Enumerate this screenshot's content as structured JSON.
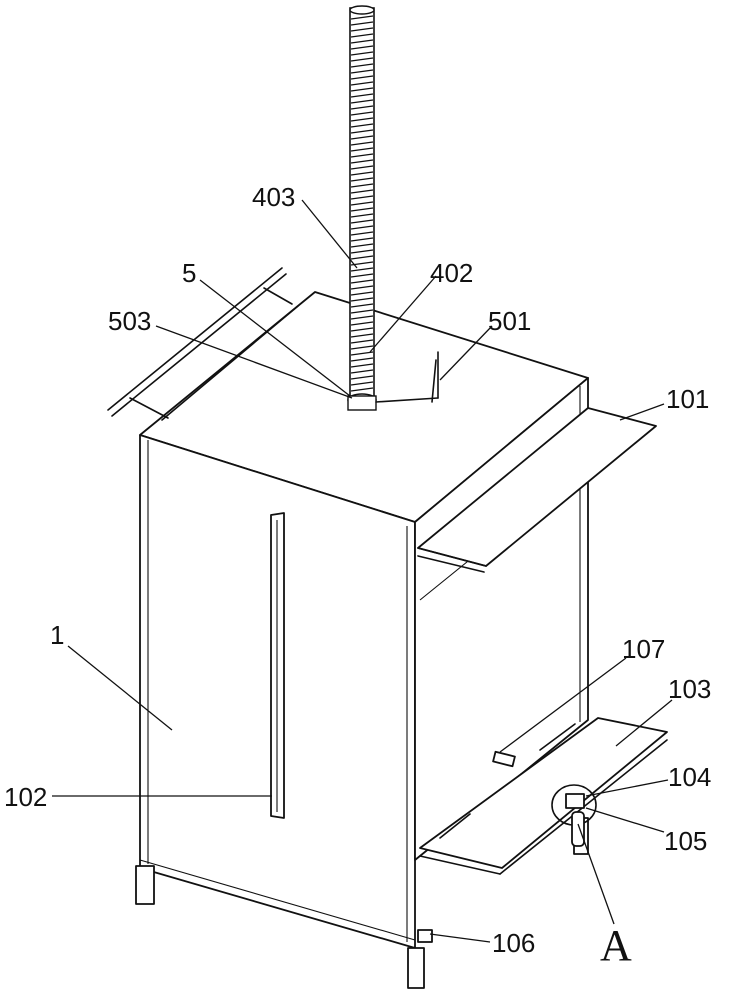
{
  "labels": {
    "l403": "403",
    "l5": "5",
    "l402": "402",
    "l503": "503",
    "l501": "501",
    "l101": "101",
    "l1": "1",
    "l107": "107",
    "l103": "103",
    "l102": "102",
    "l104": "104",
    "l105": "105",
    "lA": "A",
    "l106": "106"
  }
}
